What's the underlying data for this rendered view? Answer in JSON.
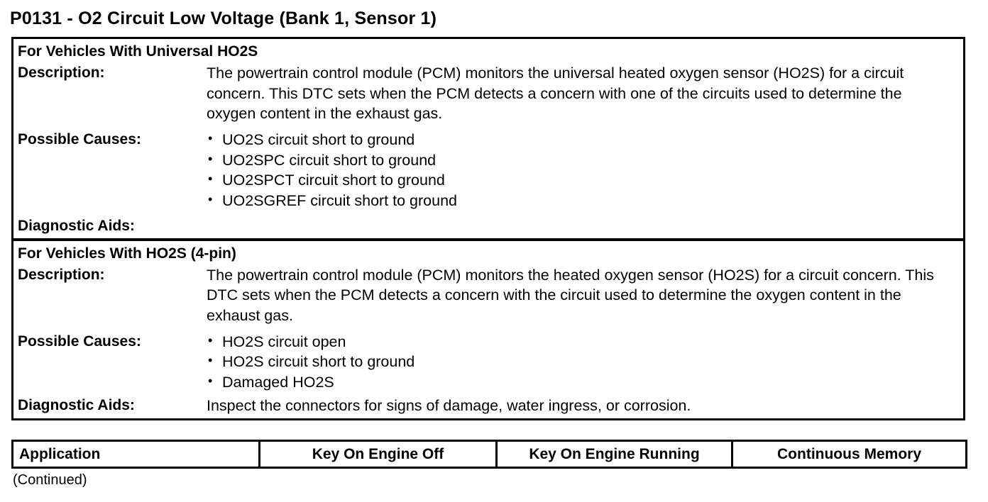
{
  "document": {
    "title": "P0131 - O2 Circuit Low Voltage (Bank 1, Sensor 1)",
    "footer_note": "(Continued)"
  },
  "sections": [
    {
      "heading": "For Vehicles With Universal HO2S",
      "description_label": "Description:",
      "description_text": "The powertrain control module (PCM) monitors the universal heated oxygen sensor (HO2S) for a circuit concern. This DTC sets when the PCM detects a concern with one of the circuits used to determine the oxygen content in the exhaust gas.",
      "causes_label": "Possible Causes:",
      "causes": [
        "UO2S circuit short to ground",
        "UO2SPC circuit short to ground",
        "UO2SPCT circuit short to ground",
        "UO2SGREF circuit short to ground"
      ],
      "aids_label": "Diagnostic Aids:",
      "aids_text": ""
    },
    {
      "heading": "For Vehicles With HO2S (4-pin)",
      "description_label": "Description:",
      "description_text": "The powertrain control module (PCM) monitors the heated oxygen sensor (HO2S) for a circuit concern. This DTC sets when the PCM detects a concern with the circuit used to determine the oxygen content in the exhaust gas.",
      "causes_label": "Possible Causes:",
      "causes": [
        "HO2S circuit open",
        "HO2S circuit short to ground",
        "Damaged HO2S"
      ],
      "aids_label": "Diagnostic Aids:",
      "aids_text": "Inspect the connectors for signs of damage, water ingress, or corrosion."
    }
  ],
  "bullet_glyph": "•",
  "application_table": {
    "headers": [
      "Application",
      "Key On Engine Off",
      "Key On Engine Running",
      "Continuous Memory"
    ]
  }
}
